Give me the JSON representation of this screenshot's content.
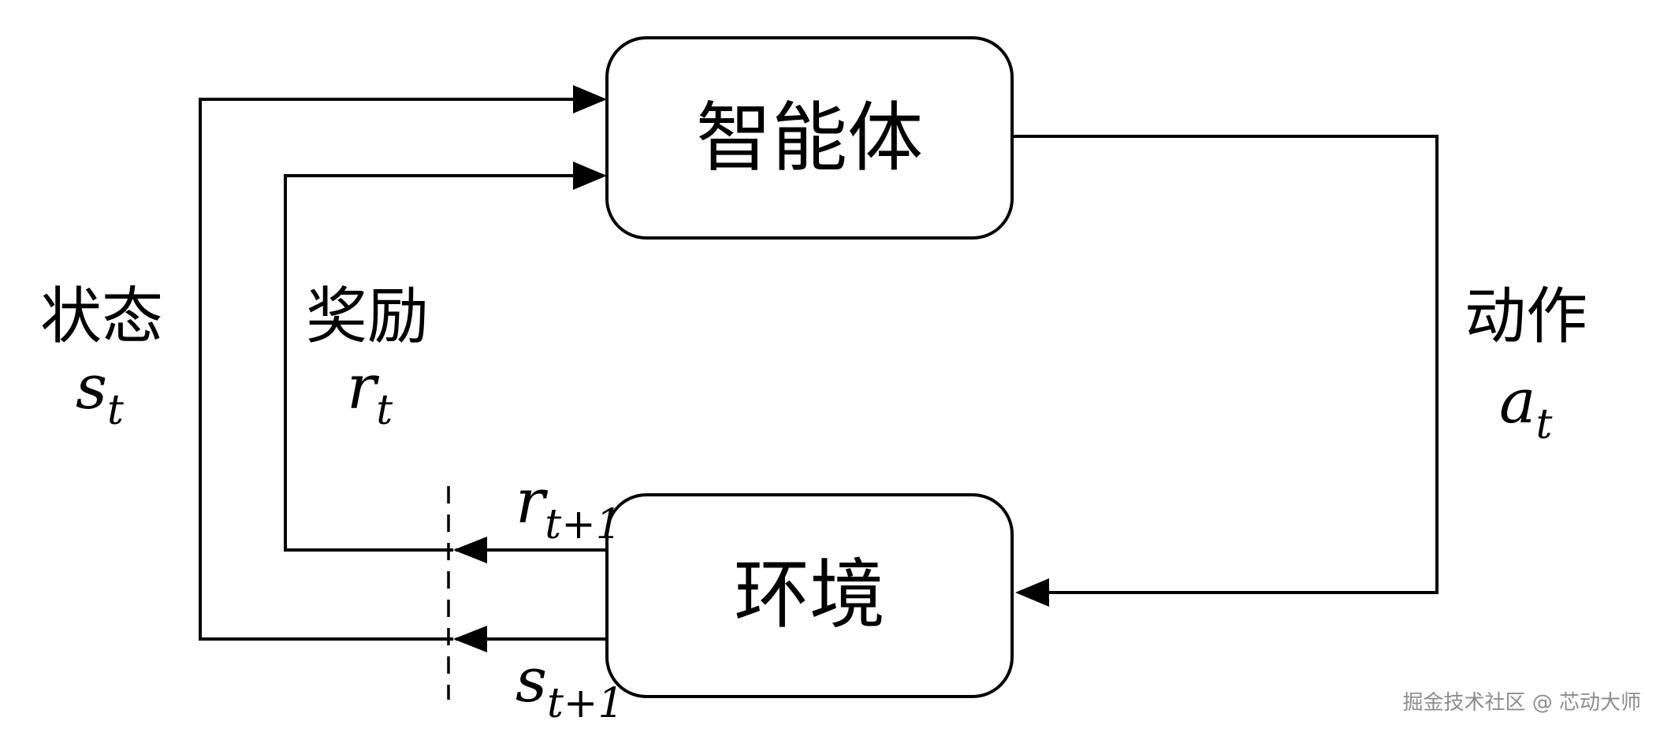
{
  "nodes": {
    "agent": "智能体",
    "environment": "环境"
  },
  "labels": {
    "state": {
      "name": "状态",
      "symbol": "s",
      "subscript": "t"
    },
    "reward": {
      "name": "奖励",
      "symbol": "r",
      "subscript": "t"
    },
    "action": {
      "name": "动作",
      "symbol": "a",
      "subscript": "t"
    },
    "next_reward": {
      "symbol": "r",
      "subscript": "t+1"
    },
    "next_state": {
      "symbol": "s",
      "subscript": "t+1"
    }
  },
  "watermark": "掘金技术社区 @ 芯动大师"
}
